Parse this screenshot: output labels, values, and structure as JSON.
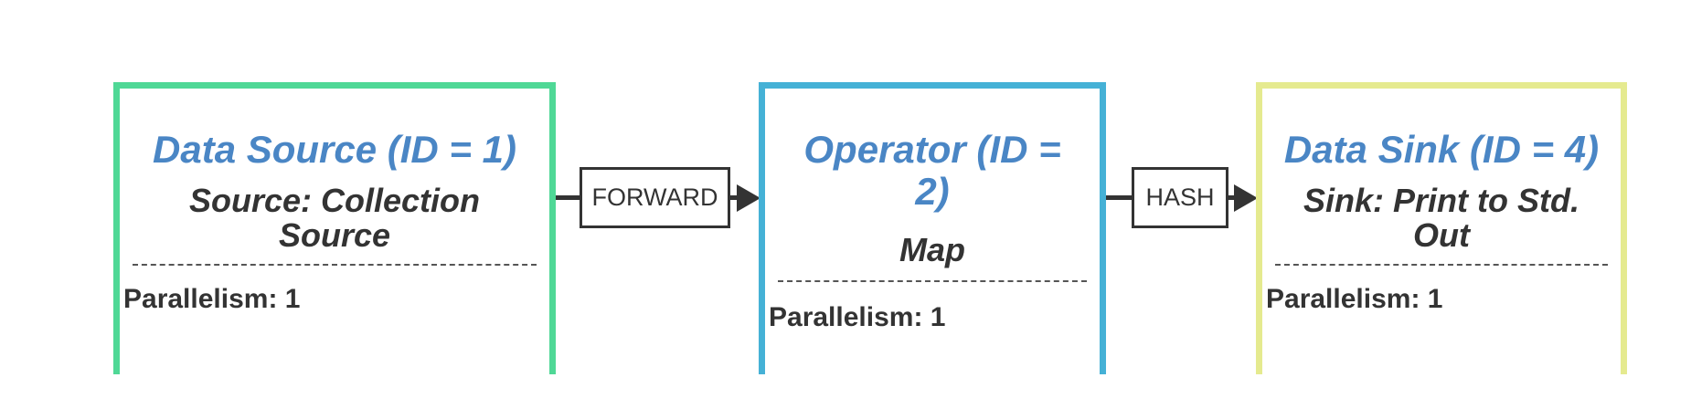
{
  "nodes": [
    {
      "title": "Data Source (ID = 1)",
      "subtitle": "Source: Collection Source",
      "parallelism": "Parallelism: 1",
      "border_color": "#4fd896"
    },
    {
      "title": "Operator (ID = 2)",
      "subtitle": "Map",
      "parallelism": "Parallelism: 1",
      "border_color": "#45b1d6"
    },
    {
      "title": "Data Sink (ID = 4)",
      "subtitle": "Sink: Print to Std. Out",
      "parallelism": "Parallelism: 1",
      "border_color": "#e5ea8f"
    }
  ],
  "edges": [
    {
      "label": "FORWARD",
      "from": "Data Source (ID = 1)",
      "to": "Operator (ID = 2)"
    },
    {
      "label": "HASH",
      "from": "Operator (ID = 2)",
      "to": "Data Sink (ID = 4)"
    }
  ]
}
